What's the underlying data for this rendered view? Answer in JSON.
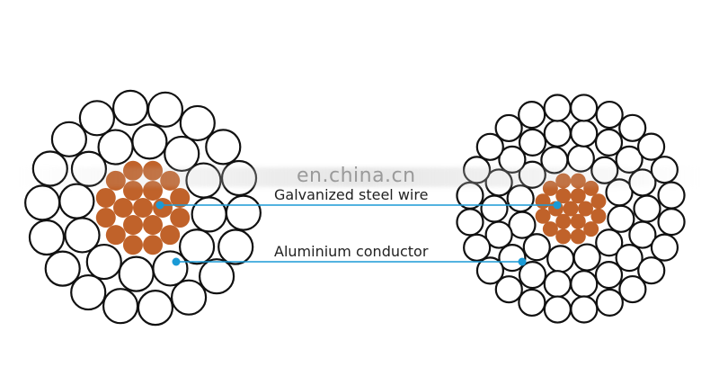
{
  "watermark": "en.china.cn",
  "labels": {
    "steel": "Galvanized steel wire",
    "aluminium": "Aluminium conductor"
  },
  "colors": {
    "steel": "#c0622a",
    "aluminium_stroke": "#111111",
    "leader": "#1a9ad6"
  },
  "cables": [
    {
      "name": "left-cable",
      "steel_layers": [
        1,
        6,
        12
      ],
      "aluminium_layers": [
        12,
        18
      ]
    },
    {
      "name": "right-cable",
      "steel_layers": [
        1,
        6,
        12
      ],
      "aluminium_layers": [
        12,
        18,
        24
      ]
    }
  ]
}
